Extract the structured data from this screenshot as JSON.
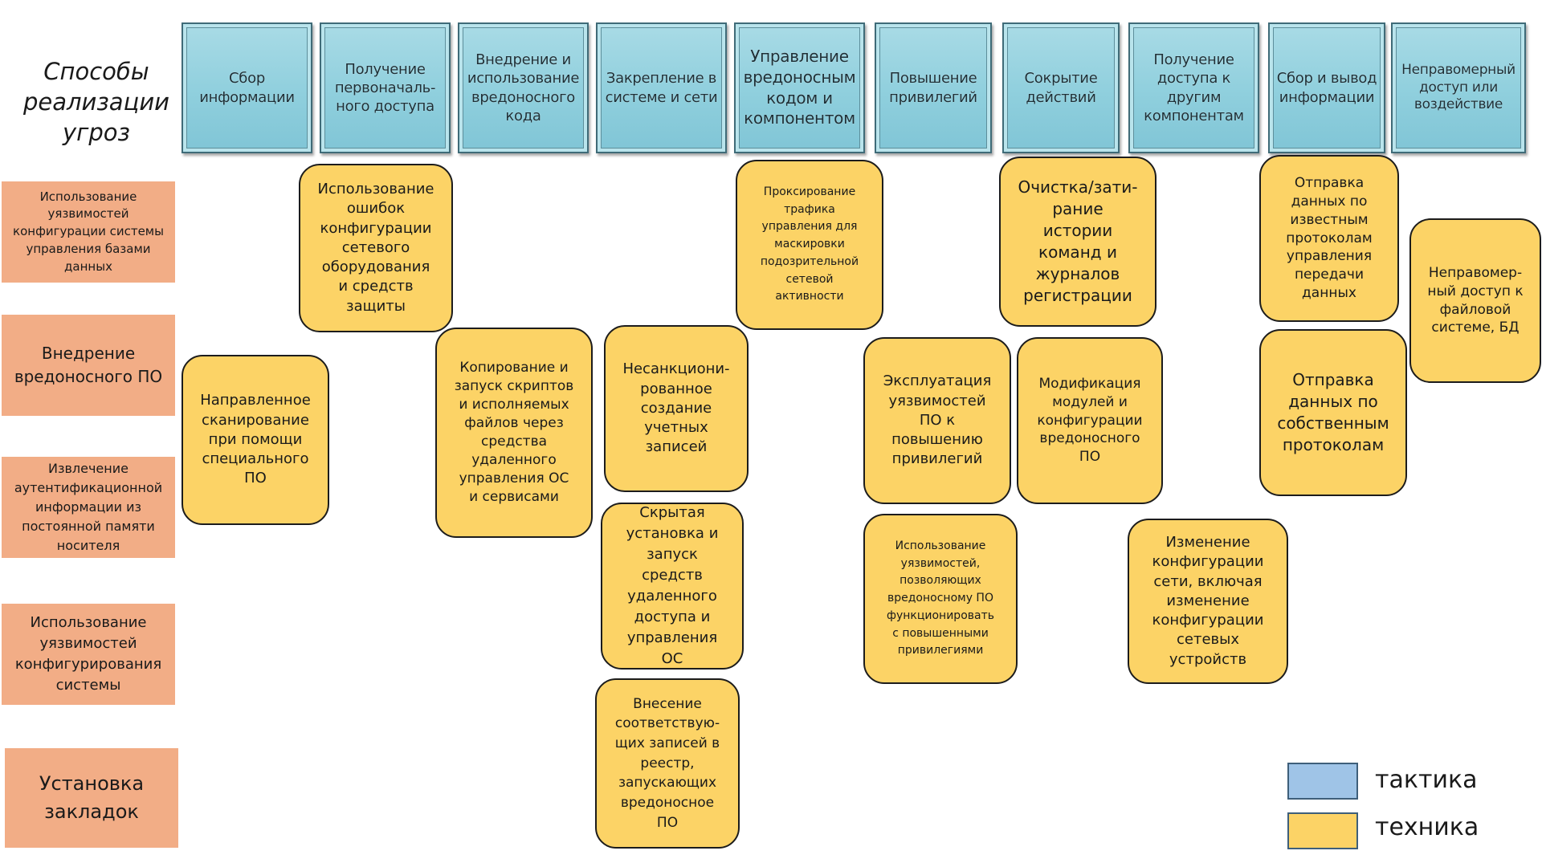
{
  "title": "Способы\nреализации\nугроз",
  "tactics": [
    "Сбор информации",
    "Получение первоначаль-ного доступа",
    "Внедрение и использование вредоносного кода",
    "Закрепление в системе и сети",
    "Управление вредоносным кодом и компонентом",
    "Повышение привилегий",
    "Сокрытие действий",
    "Получение доступа к другим компонентам",
    "Сбор и вывод информации",
    "Неправомерный доступ или воздействие"
  ],
  "rows": [
    "Использование уязвимостей конфигурации системы управления базами данных",
    "Внедрение вредоносного ПО",
    "Извлечение аутентификационной информации из постоянной памяти носителя",
    "Использование уязвимостей конфигурирования системы",
    "Установка закладок"
  ],
  "techniques": [
    "Использование\nошибок\nконфигурации\nсетевого\nоборудования\nи средств\nзащиты",
    "Направленное\nсканирование\nпри помощи\nспециального\nПО",
    "Копирование и\nзапуск скриптов\nи исполняемых\nфайлов через\nсредства\nудаленного\nуправления ОС\nи сервисами",
    "Несанкциони-\nрованное\nсоздание\nучетных\nзаписей",
    "Скрытая\nустановка и\nзапуск\nсредств\nудаленного\nдоступа и\nуправления\nОС",
    "Внесение\nсоответствую-\nщих записей в\nреестр,\nзапускающих\nвредоносное\nПО",
    "Проксирование\nтрафика\nуправления для\nмаскировки\nподозрительной\nсетевой\nактивности",
    "Эксплуатация\nуязвимостей\nПО к\nповышению\nпривилегий",
    "Использование\nуязвимостей,\nпозволяющих\nвредоносному ПО\nфункционировать\nс повышенными\nпривилегиями",
    "Очистка/зати-\nрание\nистории\nкоманд и\nжурналов\nрегистрации",
    "Модификация\nмодулей и\nконфигурации\nвредоносного\nПО",
    "Изменение\nконфигурации\nсети, включая\nизменение\nконфигурации\nсетевых\nустройств",
    "Отправка\nданных по\nизвестным\nпротоколам\nуправления\nпередачи\nданных",
    "Отправка\nданных по\nсобственным\nпротоколам",
    "Неправомер-\nный доступ к\nфайловой\nсистеме, БД"
  ],
  "legend": {
    "tactic_label": "тактика",
    "technique_label": "техника",
    "tactic_color": "#9fc4e7",
    "technique_color": "#fcd366"
  }
}
